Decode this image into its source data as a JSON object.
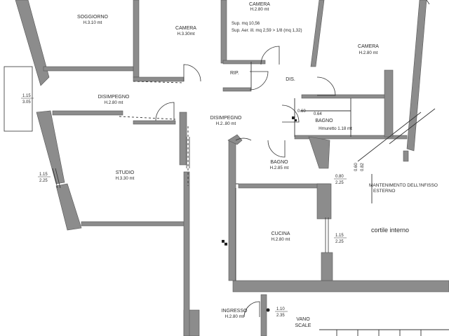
{
  "rooms": {
    "soggiorno": {
      "name": "SOGGIORNO",
      "height": "H.3.10 mt"
    },
    "camera1": {
      "name": "CAMERA",
      "height": "H.3.30mt"
    },
    "camera2": {
      "name": "CAMERA",
      "height": "H.2.80 mt",
      "sup": "Sup. mq 10,56",
      "sup_aer": "Sup. Aer. ill. mq 2,59 > 1/8 (mq 1,32)"
    },
    "camera3": {
      "name": "CAMERA",
      "height": "H.2.80 mt"
    },
    "rip": {
      "name": "RIP."
    },
    "dis": {
      "name": "DIS."
    },
    "disimpegno1": {
      "name": "DISIMPEGNO",
      "height": "H.2.80 mt"
    },
    "disimpegno2": {
      "name": "DISIMPEGNO",
      "height": "H.2..80 mt"
    },
    "bagno1": {
      "name": "BAGNO",
      "height": "H.2.85 mt"
    },
    "bagno2": {
      "name": "BAGNO",
      "height": "Hmuretto 1.18 mt"
    },
    "studio": {
      "name": "STUDIO",
      "height": "H.3.30 mt"
    },
    "cucina": {
      "name": "CUCINA",
      "height": "H.2.80 mt"
    },
    "ingresso": {
      "name": "INGRESSO",
      "height": "H.2.80 mt"
    },
    "vano_scale": {
      "line1": "VANO",
      "line2": "SCALE"
    },
    "cortile": {
      "name": "cortile interno"
    }
  },
  "dimensions": {
    "w1_top": "1.15",
    "w1_bot": "3.05",
    "w2_top": "1.15",
    "w2_bot": "2.25",
    "w3_top": "0.80",
    "w3_bot": "2.25",
    "w4_top": "1.15",
    "w4_bot": "2.25",
    "w5_top": "1.10",
    "w5_bot": "2.35",
    "w6_top": "0.60",
    "w6_bot": "0.64",
    "w7_top": "0.60",
    "w7_bot": "0.82"
  },
  "notes": {
    "infisso_line1": "MANTENIMENTO DELL'INFISSO",
    "infisso_line2": "ESTERNO"
  },
  "colors": {
    "wall": "#8a8a8a",
    "wall_stroke": "#555555",
    "line": "#333333",
    "background": "#ffffff"
  }
}
